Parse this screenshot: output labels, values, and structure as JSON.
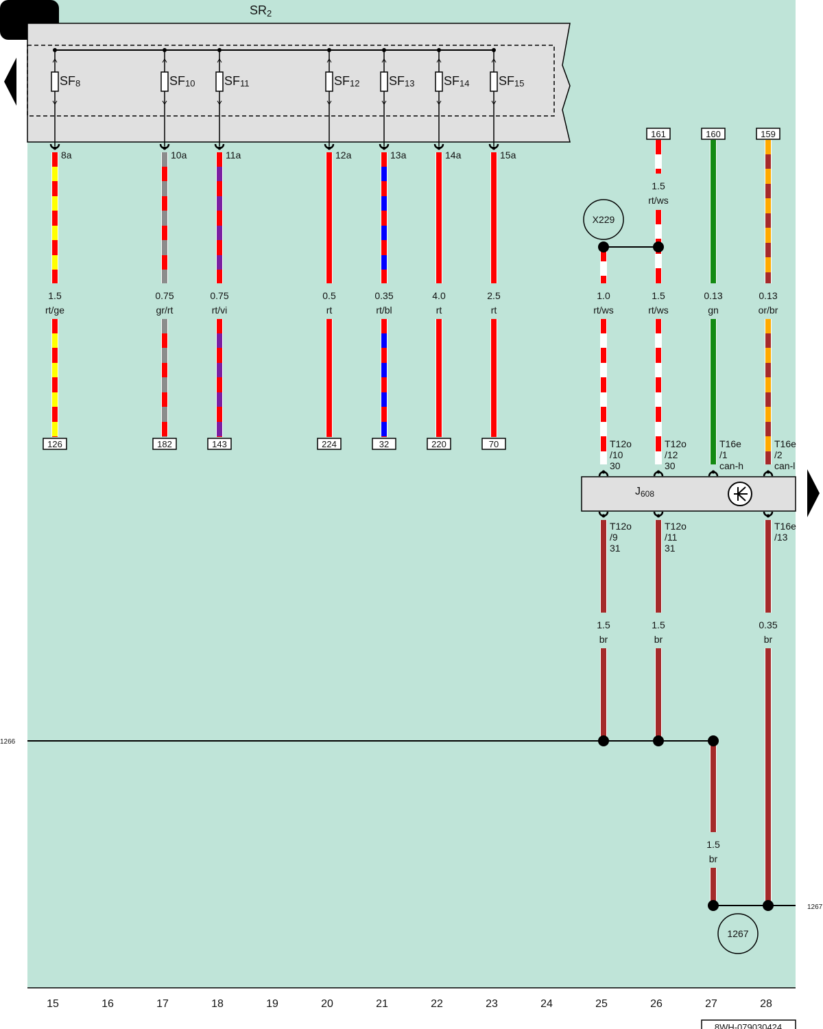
{
  "relay_panel": {
    "label": "SR",
    "label_sub": "2"
  },
  "fuses": [
    {
      "name": "SF",
      "sub": "8",
      "terminal": "8a",
      "size": "1.5",
      "color_code": "rt/ge",
      "ref": "126",
      "colors": [
        "#ff0000",
        "#ffff00"
      ]
    },
    {
      "name": "SF",
      "sub": "10",
      "terminal": "10a",
      "size": "0.75",
      "color_code": "gr/rt",
      "ref": "182",
      "colors": [
        "#8c8c8c",
        "#ff0000"
      ]
    },
    {
      "name": "SF",
      "sub": "11",
      "terminal": "11a",
      "size": "0.75",
      "color_code": "rt/vi",
      "ref": "143",
      "colors": [
        "#ff0000",
        "#7a1fa2"
      ]
    },
    {
      "name": "SF",
      "sub": "12",
      "terminal": "12a",
      "size": "0.5",
      "color_code": "rt",
      "ref": "224",
      "colors": [
        "#ff0000"
      ]
    },
    {
      "name": "SF",
      "sub": "13",
      "terminal": "13a",
      "size": "0.35",
      "color_code": "rt/bl",
      "ref": "32",
      "colors": [
        "#ff0000",
        "#0000ff"
      ]
    },
    {
      "name": "SF",
      "sub": "14",
      "terminal": "14a",
      "size": "4.0",
      "color_code": "rt",
      "ref": "220",
      "colors": [
        "#ff0000"
      ]
    },
    {
      "name": "SF",
      "sub": "15",
      "terminal": "15a",
      "size": "2.5",
      "color_code": "rt",
      "ref": "70",
      "colors": [
        "#ff0000"
      ]
    }
  ],
  "x229": {
    "label": "X229"
  },
  "right_top_wires": [
    {
      "ref": "161",
      "upper_size": "1.5",
      "upper_color_code": "rt/ws",
      "size": "1.5",
      "color_code": "rt/ws",
      "pin": [
        "T12o",
        "/12",
        "30"
      ],
      "colors": [
        "#ff0000",
        "#ffffff"
      ]
    },
    {
      "ref": "160",
      "size": "0.13",
      "color_code": "gn",
      "pin": [
        "T16e",
        "/1",
        "can-h"
      ],
      "colors": [
        "#138a13"
      ]
    },
    {
      "ref": "159",
      "size": "0.13",
      "color_code": "or/br",
      "pin": [
        "T16e",
        "/2",
        "can-l"
      ],
      "colors": [
        "#ffaa00",
        "#a52a2a"
      ]
    }
  ],
  "x229_wire": {
    "size": "1.0",
    "color_code": "rt/ws",
    "pin": [
      "T12o",
      "/10",
      "30"
    ],
    "colors": [
      "#ff0000",
      "#ffffff"
    ]
  },
  "j608": {
    "label": "J",
    "label_sub": "608",
    "icon": "antenna-symbol-icon"
  },
  "lower_wires": [
    {
      "size": "1.5",
      "color_code": "br",
      "pin": [
        "T12o",
        "/9",
        "31"
      ]
    },
    {
      "size": "1.5",
      "color_code": "br",
      "pin": [
        "T12o",
        "/11",
        "31"
      ]
    },
    {
      "size": "0.35",
      "color_code": "br",
      "pin": [
        "T16e",
        "/13",
        ""
      ]
    }
  ],
  "ground_left_ref": "1266",
  "ground_wire": {
    "size": "1.5",
    "color_code": "br"
  },
  "ground_right_ref": "1267",
  "ground_circle": "1267",
  "column_numbers": [
    "15",
    "16",
    "17",
    "18",
    "19",
    "20",
    "21",
    "22",
    "23",
    "24",
    "25",
    "26",
    "27",
    "28"
  ],
  "diagram_id": "8WH-079030424",
  "colors": {
    "background": "#bfe4d8",
    "panel": "#e0e0e0",
    "brown": "#a52a2a"
  }
}
